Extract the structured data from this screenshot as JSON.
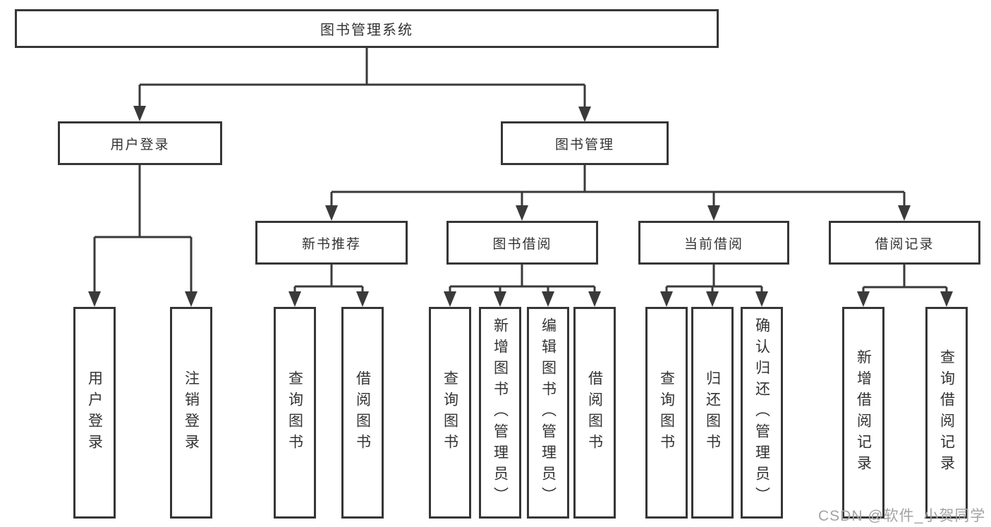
{
  "diagram": {
    "title": "图书管理系统",
    "tree": {
      "label": "图书管理系统",
      "children": [
        {
          "label": "用户登录",
          "children": [
            {
              "label": "用户登录"
            },
            {
              "label": "注销登录"
            }
          ]
        },
        {
          "label": "图书管理",
          "children": [
            {
              "label": "新书推荐",
              "children": [
                {
                  "label": "查询图书"
                },
                {
                  "label": "借阅图书"
                }
              ]
            },
            {
              "label": "图书借阅",
              "children": [
                {
                  "label": "查询图书"
                },
                {
                  "label": "新增图书（管理员）"
                },
                {
                  "label": "编辑图书（管理员）"
                },
                {
                  "label": "借阅图书"
                }
              ]
            },
            {
              "label": "当前借阅",
              "children": [
                {
                  "label": "查询图书"
                },
                {
                  "label": "归还图书"
                },
                {
                  "label": "确认归还（管理员）"
                }
              ]
            },
            {
              "label": "借阅记录",
              "children": [
                {
                  "label": "新增借阅记录"
                },
                {
                  "label": "查询借阅记录"
                }
              ]
            }
          ]
        }
      ]
    }
  },
  "watermark": "CSDN @软件_小贺同学",
  "colors": {
    "line": "#3a3a3a",
    "border": "#363636",
    "text": "#333333",
    "watermark": "#a3a3a3",
    "background": "#ffffff"
  }
}
